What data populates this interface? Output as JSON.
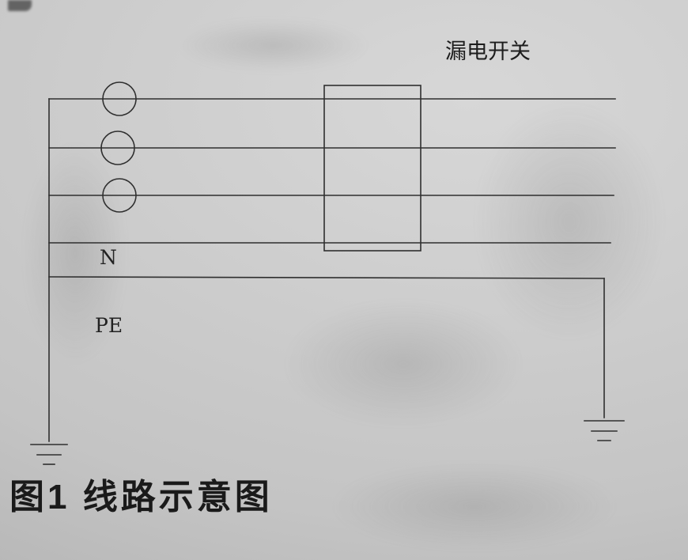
{
  "figure": {
    "caption": "图1 线路示意图",
    "labels": {
      "breaker": "漏电开关",
      "neutral": "N",
      "protective_earth": "PE"
    }
  },
  "colors": {
    "paper": "#cbcbcb",
    "ink": "#2f2f2f",
    "text": "#1c1c1c"
  }
}
